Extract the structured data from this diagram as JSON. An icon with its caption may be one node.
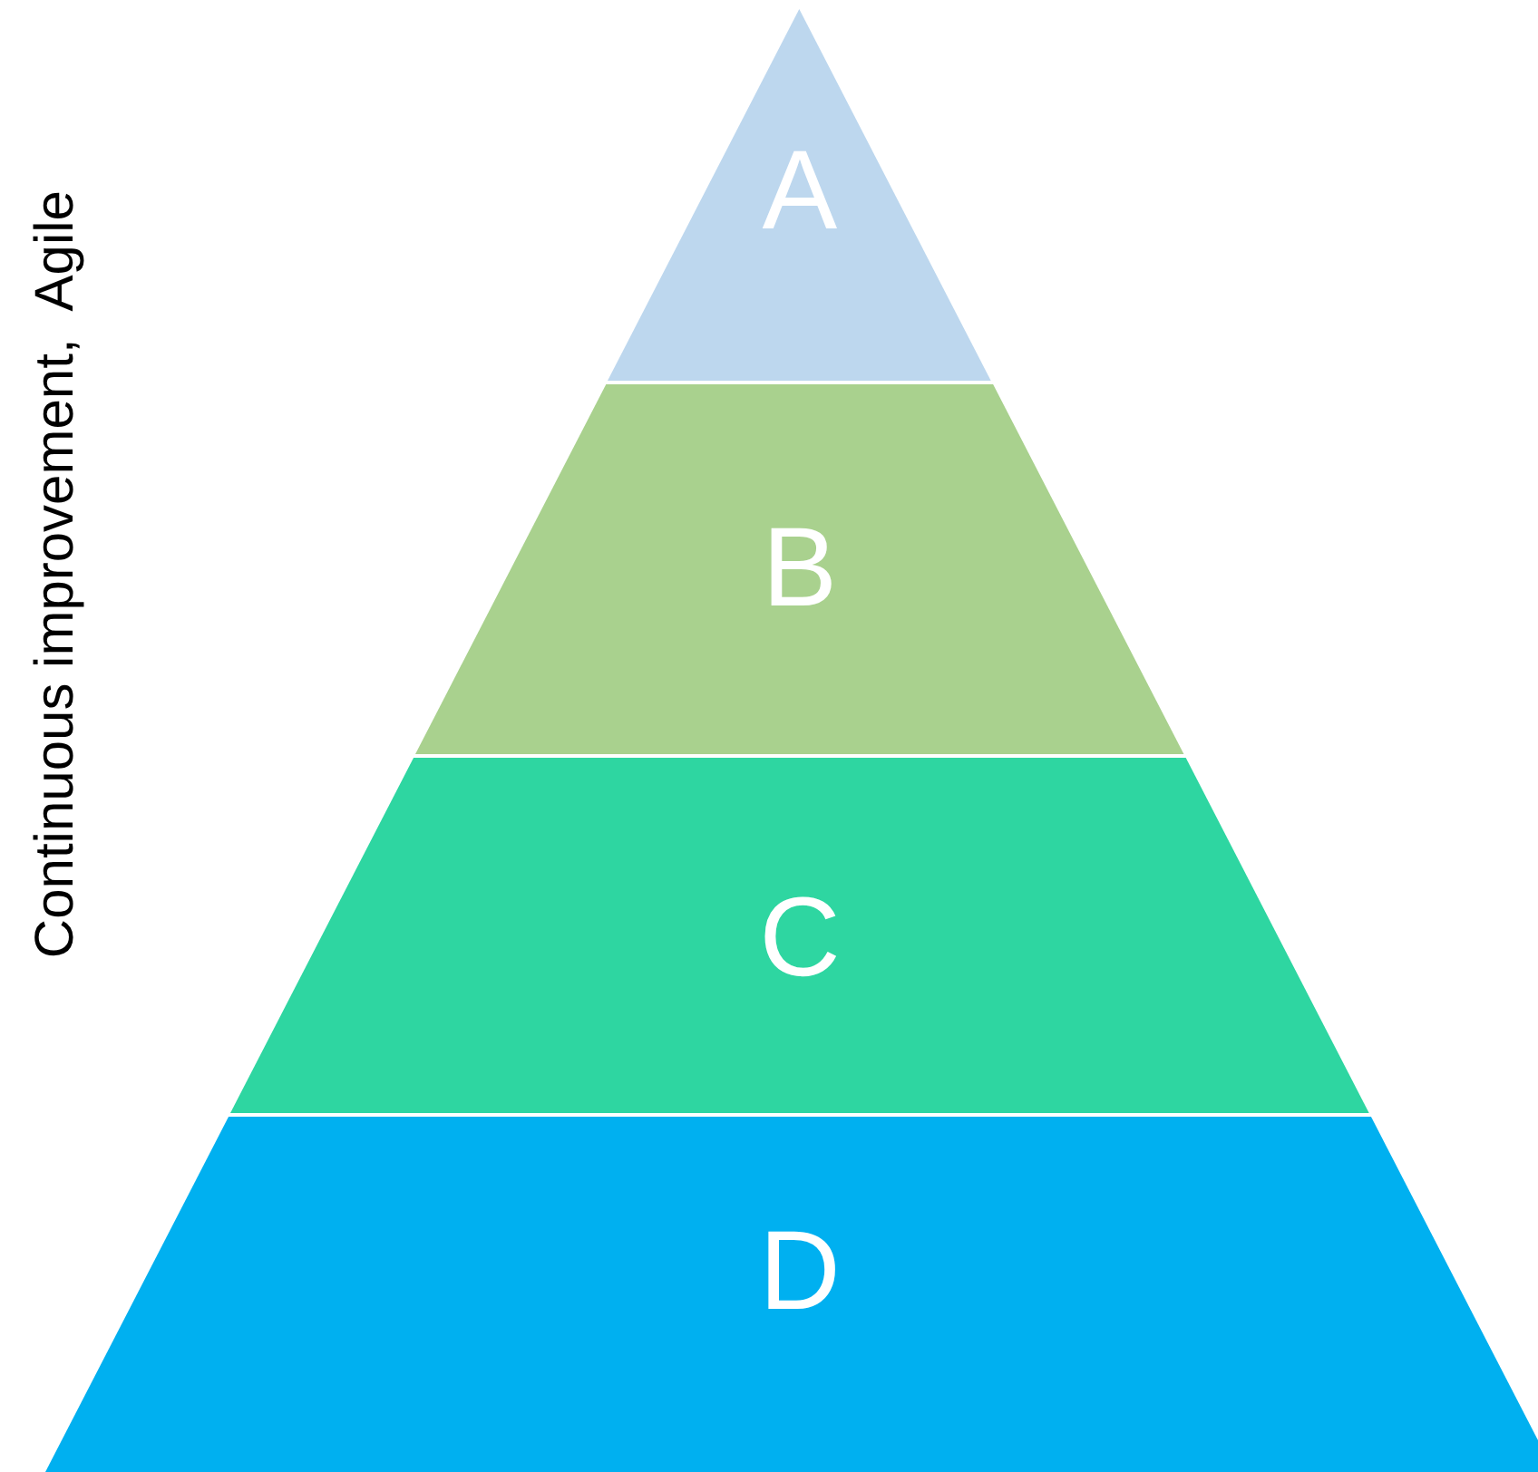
{
  "diagram": {
    "nodes": [
      {
        "text": [
          "A"
        ]
      },
      {
        "text": [
          "B"
        ]
      },
      {
        "text": [
          "C"
        ]
      },
      {
        "text": [
          "D"
        ]
      }
    ],
    "labels": [
      "Continuous improvement,  Agile"
    ]
  }
}
